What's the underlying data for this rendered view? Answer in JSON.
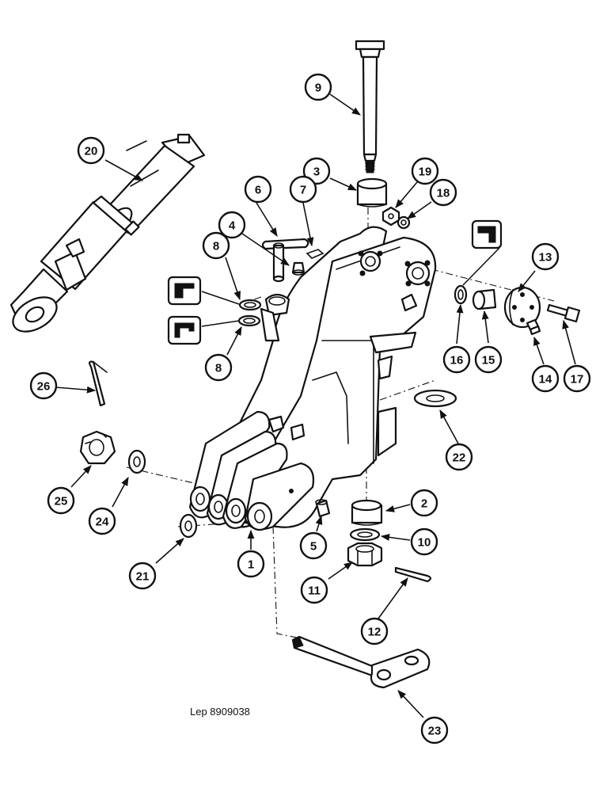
{
  "figure_reference": "Lep 8909038",
  "callouts": [
    "1",
    "2",
    "3",
    "4",
    "5",
    "6",
    "7",
    "8",
    "8",
    "9",
    "10",
    "11",
    "12",
    "13",
    "14",
    "15",
    "16",
    "17",
    "18",
    "19",
    "20",
    "21",
    "22",
    "23",
    "24",
    "25",
    "26"
  ]
}
